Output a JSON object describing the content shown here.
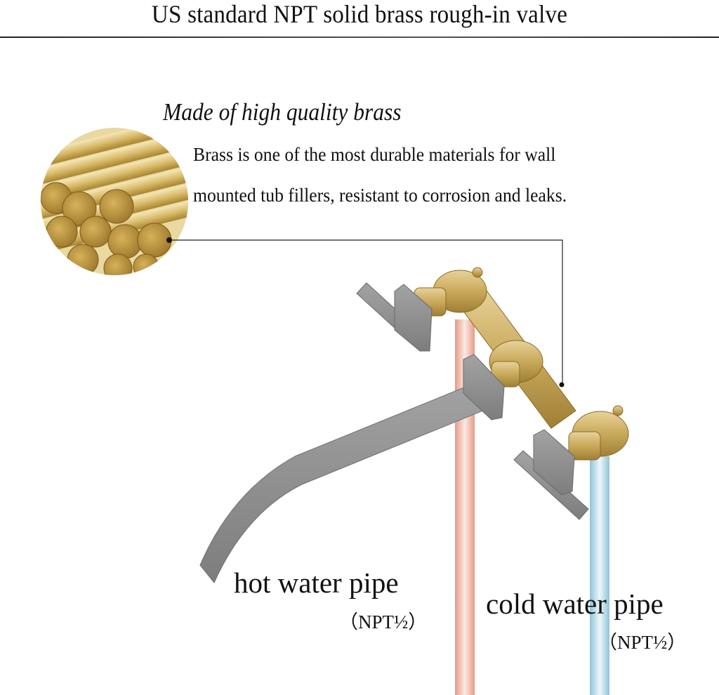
{
  "header": {
    "title": "US standard NPT solid brass rough-in valve"
  },
  "feature": {
    "heading": "Made of high quality brass",
    "description_lines": [
      "Brass is one of the most durable materials for wall",
      "mounted tub fillers, resistant to corrosion and leaks."
    ],
    "image": "brass-rods-closeup"
  },
  "diagram": {
    "hot_pipe": {
      "label": "hot water pipe",
      "spec": "（NPT½）",
      "color": "#e9a99a"
    },
    "cold_pipe": {
      "label": "cold water pipe",
      "spec": "（NPT½）",
      "color": "#a9d3e2"
    },
    "brass_color": "#c9a95a",
    "metal_color": "#8c8c8c"
  }
}
